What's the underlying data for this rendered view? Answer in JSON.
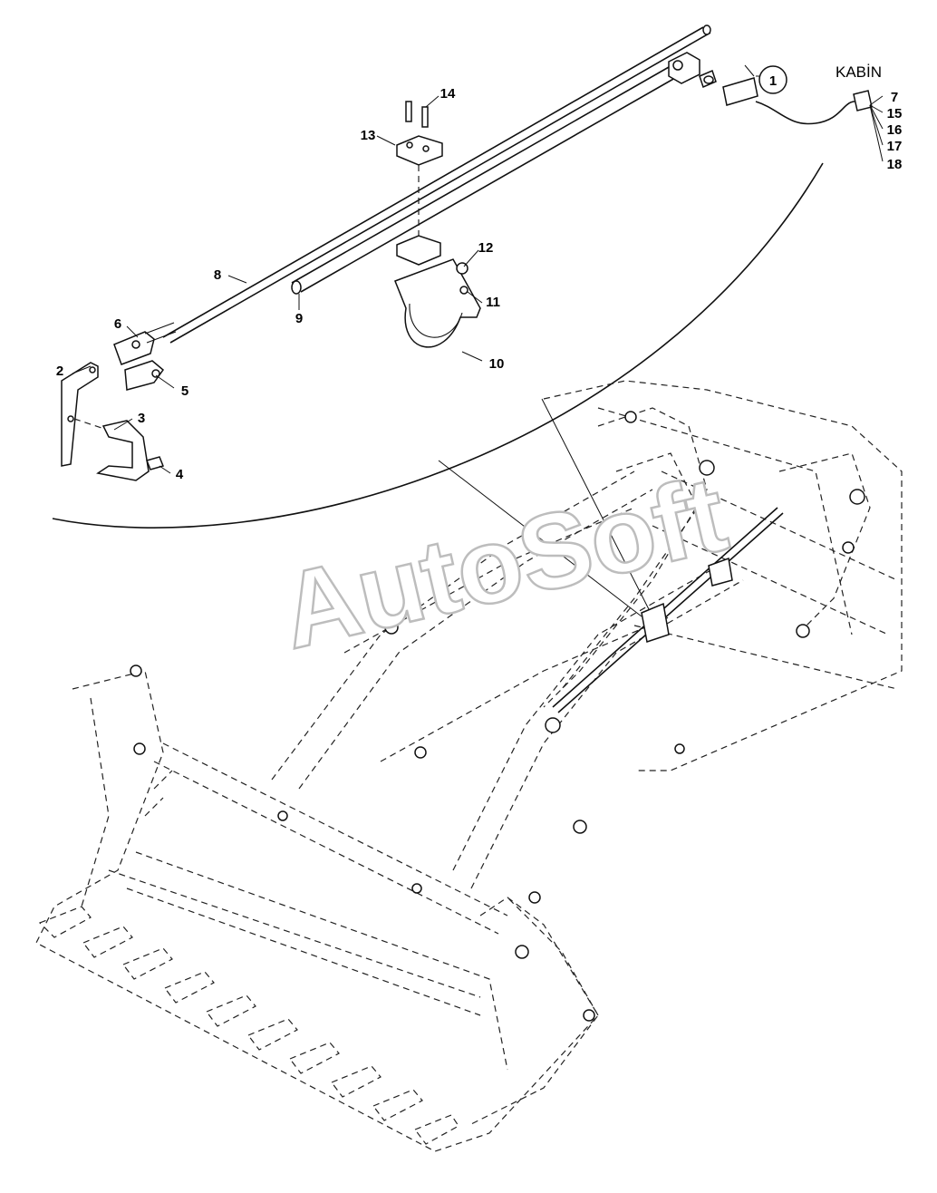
{
  "diagram": {
    "cab_label": "KABİN",
    "circled_ref": "1",
    "watermark": "AutoSoft",
    "callouts": [
      "2",
      "3",
      "4",
      "5",
      "6",
      "7",
      "8",
      "9",
      "10",
      "11",
      "12",
      "13",
      "14",
      "15",
      "16",
      "17",
      "18"
    ],
    "callout_7": "7",
    "callout_15": "15",
    "callout_16": "16",
    "callout_17": "17",
    "callout_18": "18"
  }
}
